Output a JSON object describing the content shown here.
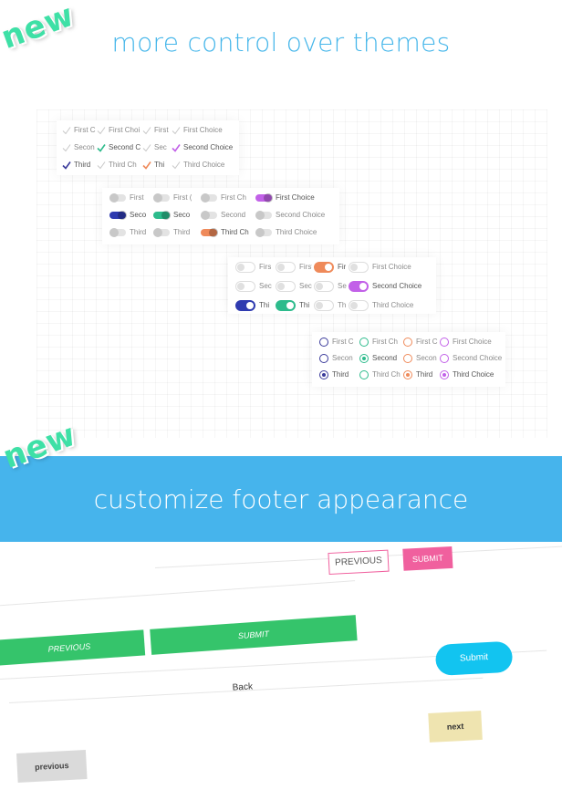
{
  "header": {
    "badge": "new",
    "title": "more control over themes"
  },
  "themes": {
    "checkbox_sets": [
      {
        "color": "#3a3a9a",
        "checked": 2,
        "labels": [
          "First C",
          "Secon",
          "Third"
        ]
      },
      {
        "color": "#2dbb8c",
        "checked": 1,
        "labels": [
          "First Choi",
          "Second C",
          "Third Ch"
        ]
      },
      {
        "color": "#ef8a5a",
        "checked": 2,
        "labels": [
          "First",
          "Sec",
          "Thi"
        ]
      },
      {
        "color": "#c261e8",
        "checked": 1,
        "labels": [
          "First Choice",
          "Second Choice",
          "Third Choice"
        ]
      }
    ],
    "small_toggle_sets": [
      {
        "color": "#2f3bb0",
        "on": 1,
        "labels": [
          "First",
          "Seco",
          "Third"
        ]
      },
      {
        "color": "#2dbb8c",
        "on": 1,
        "labels": [
          "First (",
          "Seco",
          "Third"
        ]
      },
      {
        "color": "#ef8a5a",
        "on": 2,
        "labels": [
          "First Ch",
          "Second",
          "Third Ch"
        ]
      },
      {
        "color": "#c261e8",
        "on": 0,
        "labels": [
          "First Choice",
          "Second Choice",
          "Third Choice"
        ]
      }
    ],
    "large_toggle_sets": [
      {
        "color": "#2f3bb0",
        "on": 2,
        "labels": [
          "Firs",
          "Sec",
          "Thi"
        ]
      },
      {
        "color": "#2dbb8c",
        "on": 2,
        "labels": [
          "First",
          "Sec",
          "Thi"
        ]
      },
      {
        "color": "#ef8a5a",
        "on": 0,
        "labels": [
          "Fir",
          "Se",
          "Th"
        ]
      },
      {
        "color": "#c261e8",
        "on": 1,
        "labels": [
          "First Choice",
          "Second Choice",
          "Third Choice"
        ]
      }
    ],
    "radio_sets": [
      {
        "color": "#3a3a9a",
        "on": 2,
        "labels": [
          "First C",
          "Secon",
          "Third"
        ]
      },
      {
        "color": "#2dbb8c",
        "on": 1,
        "labels": [
          "First Ch",
          "Second",
          "Third Ch"
        ]
      },
      {
        "color": "#ef8a5a",
        "on": 2,
        "labels": [
          "First C",
          "Secon",
          "Third"
        ]
      },
      {
        "color": "#c261e8",
        "on": 2,
        "labels": [
          "First Choice",
          "Second Choice",
          "Third Choice"
        ]
      }
    ]
  },
  "banner": {
    "badge": "new",
    "title": "customize footer appearance"
  },
  "footer_demos": {
    "outline_pink": {
      "previous": "PREVIOUS",
      "submit": "SUBMIT",
      "accent": "#f0609e"
    },
    "green_bar": {
      "previous": "PREVIOUS",
      "submit": "SUBMIT",
      "accent": "#35c46b"
    },
    "blue_pill": {
      "back": "Back",
      "submit": "Submit",
      "accent": "#12c4f0"
    },
    "yellow": {
      "next": "next",
      "accent": "#efe4b0"
    },
    "gray": {
      "previous": "previous",
      "accent": "#dadada"
    }
  }
}
